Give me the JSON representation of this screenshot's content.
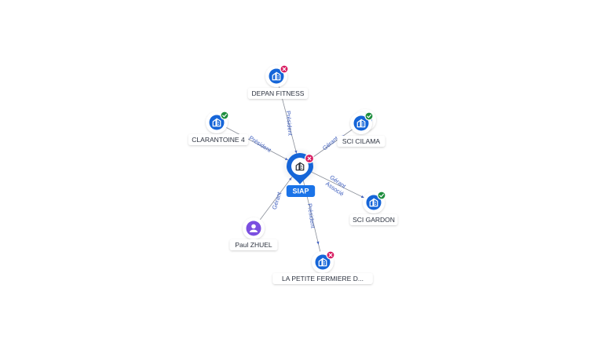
{
  "graph": {
    "center": {
      "label": "SIAP",
      "icon": "building-icon",
      "status": "closed"
    },
    "nodes": [
      {
        "id": "depan",
        "label": "DEPAN FITNESS",
        "icon": "building-icon",
        "status": "closed",
        "relation": [
          "Président"
        ]
      },
      {
        "id": "clarantoine",
        "label": "CLARANTOINE 4",
        "icon": "building-icon",
        "status": "active",
        "relation": [
          "Président"
        ]
      },
      {
        "id": "cilama",
        "label": "SCI CILAMA",
        "icon": "building-icon",
        "status": "active",
        "relation": [
          "Gérant"
        ]
      },
      {
        "id": "gardon",
        "label": "SCI GARDON",
        "icon": "building-icon",
        "status": "active",
        "relation": [
          "Gérant",
          "Associé"
        ]
      },
      {
        "id": "paul",
        "label": "Paul ZHUEL",
        "icon": "person-icon",
        "status": "none",
        "relation": [
          "Gérant"
        ]
      },
      {
        "id": "fermiere",
        "label": "LA PETITE FERMIERE D...",
        "icon": "building-icon",
        "status": "closed",
        "relation": [
          "Président"
        ]
      }
    ]
  },
  "colors": {
    "company": "#1565d8",
    "person": "#7b4fe0",
    "active": "#1e8e3e",
    "closed": "#d81b60",
    "edge": "#8a8f99",
    "relation_text": "#3f5fbf",
    "label_text": "#2d3340",
    "center_label_bg": "#1a73e8"
  }
}
